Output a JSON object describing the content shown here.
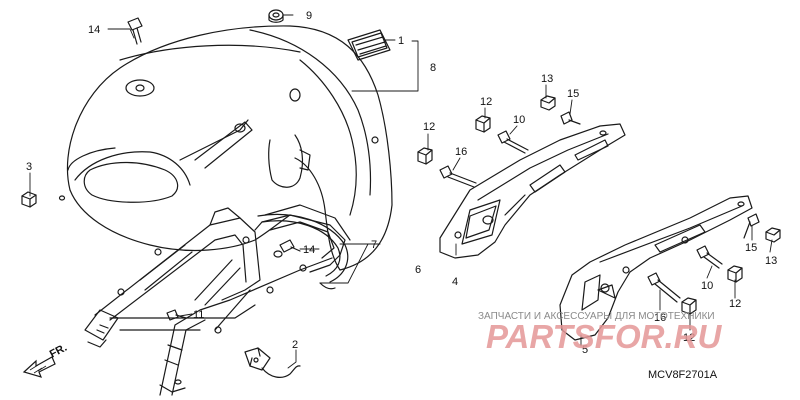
{
  "diagram": {
    "code": "MCV8F2701A",
    "direction_label": "FR.",
    "callouts": [
      "1",
      "2",
      "3",
      "4",
      "5",
      "6",
      "7",
      "8",
      "9",
      "10",
      "10",
      "11",
      "12",
      "12",
      "12",
      "12",
      "13",
      "13",
      "14",
      "14",
      "15",
      "15",
      "16",
      "16"
    ]
  },
  "watermark": {
    "caption": "ЗАПЧАСТИ И АКСЕССУАРЫ ДЛЯ МОТОТЕХНИКИ",
    "brand": "PARTSFOR.RU"
  }
}
